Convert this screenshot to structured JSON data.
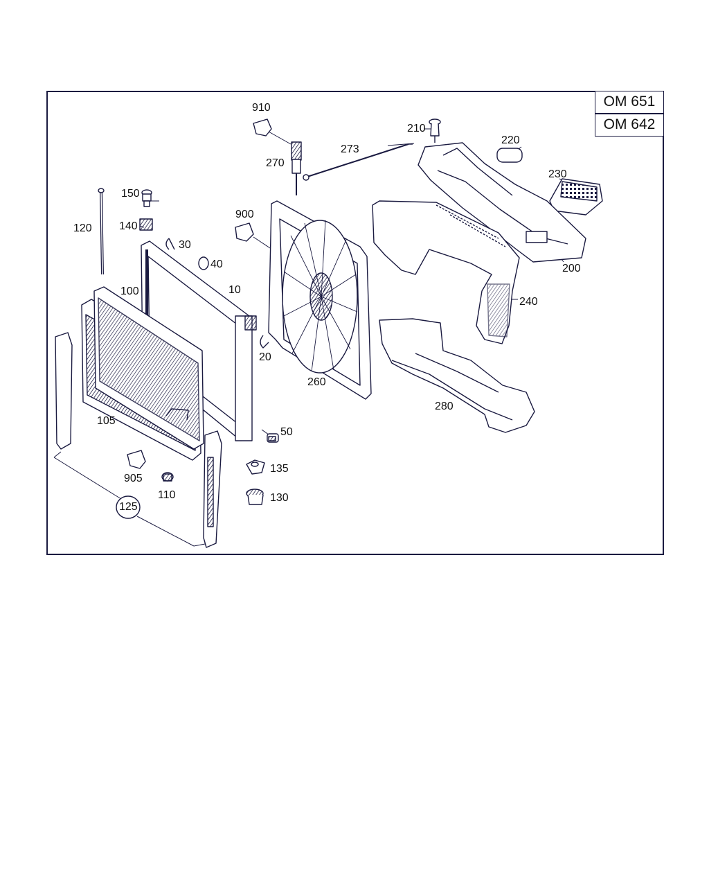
{
  "engine_labels": [
    "OM 651",
    "OM 642"
  ],
  "callouts": {
    "c910": "910",
    "c270": "270",
    "c273": "273",
    "c210": "210",
    "c220": "220",
    "c230": "230",
    "c150": "150",
    "c120": "120",
    "c140": "140",
    "c30": "30",
    "c40": "40",
    "c900": "900",
    "c100": "100",
    "c10": "10",
    "c200": "200",
    "c240": "240",
    "c20": "20",
    "c260": "260",
    "c105": "105",
    "c280": "280",
    "c50": "50",
    "c135": "135",
    "c905": "905",
    "c110": "110",
    "c125": "125",
    "c130": "130"
  },
  "colors": {
    "line": "#1a1a40",
    "accent": "#2a2aa0",
    "text": "#111111"
  }
}
